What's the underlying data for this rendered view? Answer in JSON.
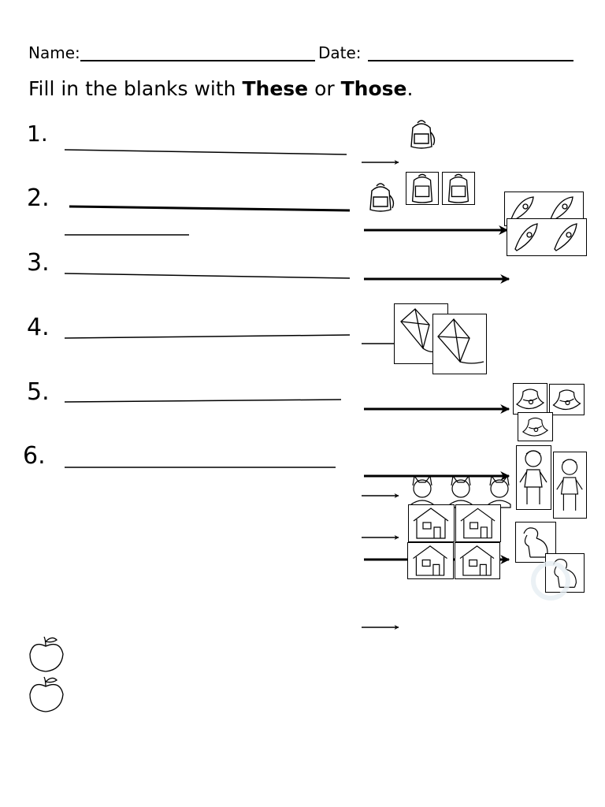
{
  "header": {
    "name_label": "Name:",
    "date_label": "Date:"
  },
  "instruction": {
    "prefix": "Fill in the blanks with ",
    "word1": "These",
    "middle": " or ",
    "word2": "Those",
    "suffix": "."
  },
  "questions": [
    {
      "number": "1.",
      "picture": "backpack-icon"
    },
    {
      "number": "2.",
      "picture": "rocket-icon"
    },
    {
      "number": "3.",
      "picture": "rocket-icon"
    },
    {
      "number": "4.",
      "picture": "kite-icon"
    },
    {
      "number": "5.",
      "picture": "hat-icon"
    },
    {
      "number": "6.",
      "picture": "boy-icon"
    }
  ]
}
